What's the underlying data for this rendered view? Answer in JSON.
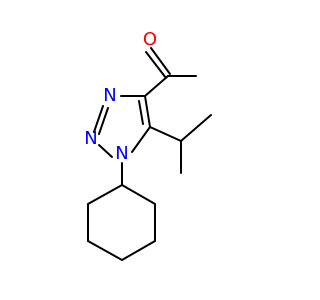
{
  "molecule": {
    "atoms": {
      "oxygen": {
        "symbol": "O",
        "color": "#ff0000"
      },
      "n3": {
        "symbol": "N",
        "color": "#0000ff"
      },
      "n2": {
        "symbol": "N",
        "color": "#0000ff"
      },
      "n1": {
        "symbol": "N",
        "color": "#0000ff"
      }
    },
    "bond_color": "#000000"
  }
}
